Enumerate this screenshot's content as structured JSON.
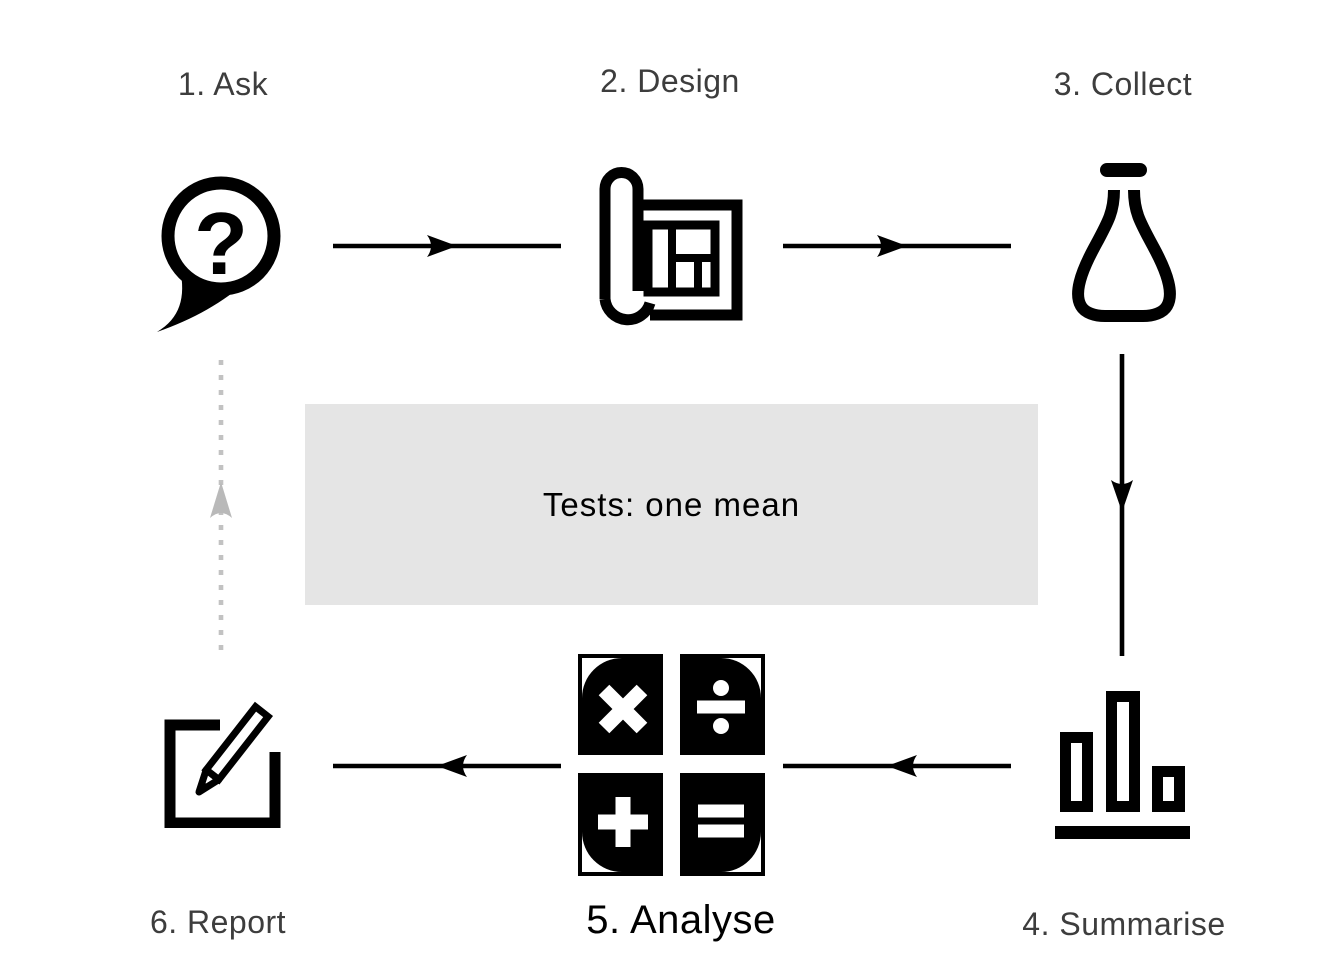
{
  "steps": [
    {
      "id": "ask",
      "label": "1. Ask",
      "icon": "question-speech-bubble-icon"
    },
    {
      "id": "design",
      "label": "2. Design",
      "icon": "blueprint-scroll-icon"
    },
    {
      "id": "collect",
      "label": "3. Collect",
      "icon": "flask-icon"
    },
    {
      "id": "summarise",
      "label": "4. Summarise",
      "icon": "bar-chart-icon"
    },
    {
      "id": "analyse",
      "label": "5. Analyse",
      "icon": "calculator-icon",
      "highlighted": true
    },
    {
      "id": "report",
      "label": "6. Report",
      "icon": "edit-pencil-icon"
    }
  ],
  "center_box": {
    "text": "Tests: one mean",
    "background": "#e5e5e5"
  },
  "icon_glyphs": {
    "question_mark": "?",
    "calculator_symbols": [
      "multiply",
      "divide",
      "plus",
      "equals"
    ]
  },
  "flow": [
    {
      "from": "ask",
      "to": "design",
      "style": "solid",
      "direction": "right"
    },
    {
      "from": "design",
      "to": "collect",
      "style": "solid",
      "direction": "right"
    },
    {
      "from": "collect",
      "to": "summarise",
      "style": "solid",
      "direction": "down"
    },
    {
      "from": "summarise",
      "to": "analyse",
      "style": "solid",
      "direction": "left"
    },
    {
      "from": "analyse",
      "to": "report",
      "style": "solid",
      "direction": "left"
    },
    {
      "from": "report",
      "to": "ask",
      "style": "dotted",
      "direction": "up"
    }
  ],
  "colors": {
    "label": "#3d3d3d",
    "active_label": "#000000",
    "icon": "#000000",
    "arrow": "#000000",
    "return_arrow": "#c2c2c2",
    "return_arrow_head": "#b9b9b9",
    "center_box_background": "#e5e5e5",
    "background": "#ffffff"
  }
}
